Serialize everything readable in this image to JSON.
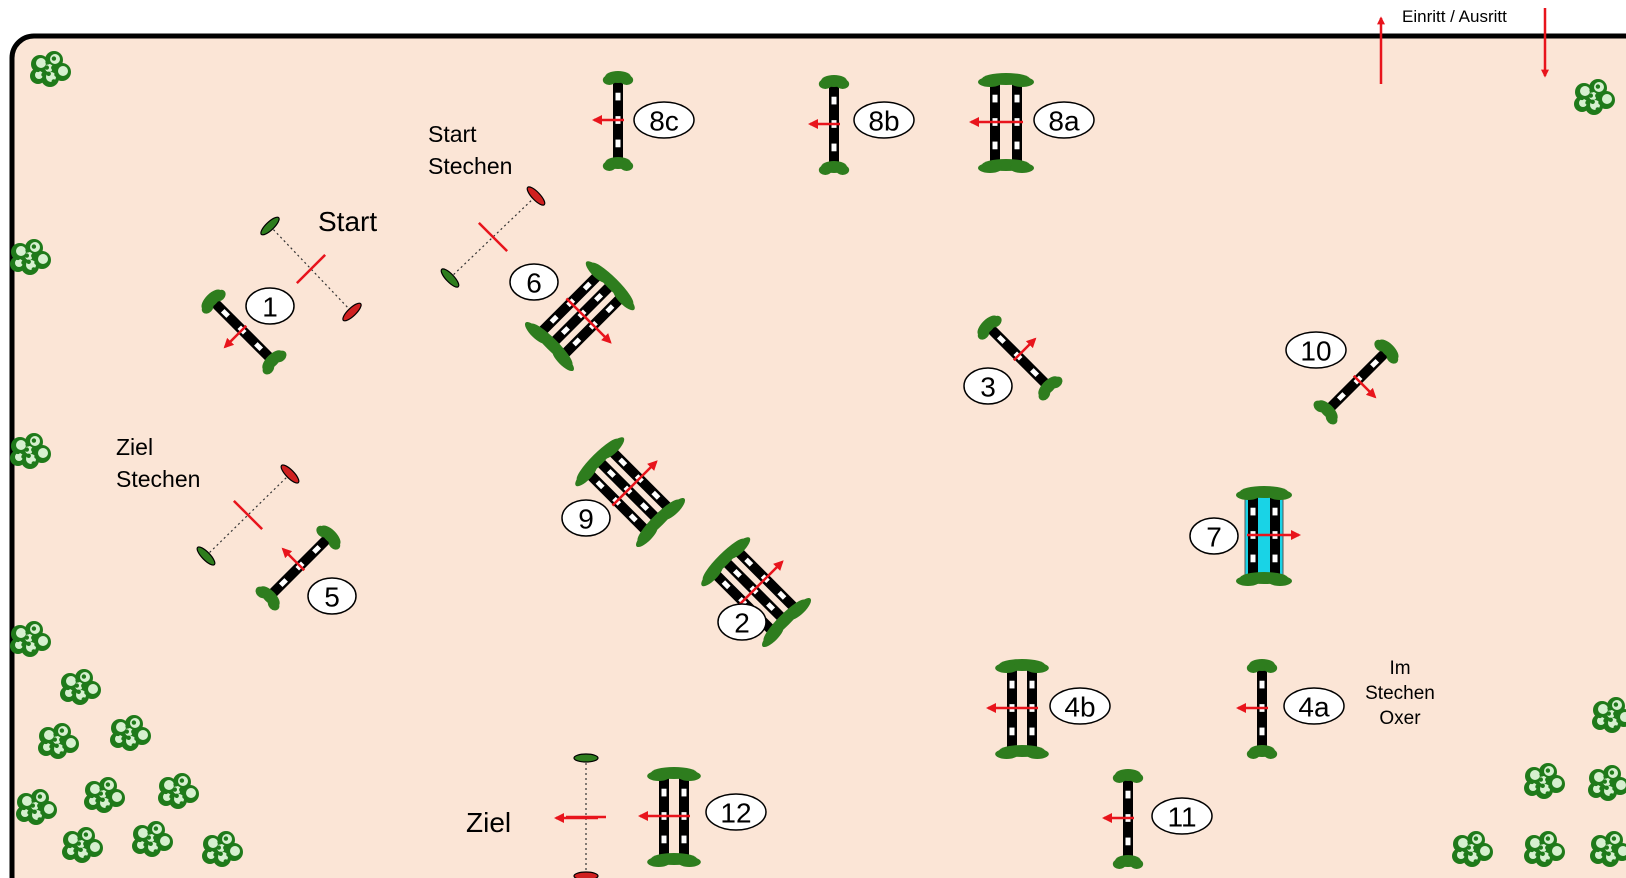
{
  "entrance_label": "Einritt / Ausritt",
  "labels": {
    "start": "Start",
    "start_jumpoff_1": "Start",
    "start_jumpoff_2": "Stechen",
    "finish_jumpoff_1": "Ziel",
    "finish_jumpoff_2": "Stechen",
    "finish": "Ziel",
    "jumpoff_note_1": "Im",
    "jumpoff_note_2": "Stechen",
    "jumpoff_note_3": "Oxer"
  },
  "obstacles": [
    {
      "id": "1",
      "label": "1",
      "type": "vertical"
    },
    {
      "id": "2",
      "label": "2",
      "type": "triple-bar"
    },
    {
      "id": "3",
      "label": "3",
      "type": "vertical"
    },
    {
      "id": "4a",
      "label": "4a",
      "type": "vertical"
    },
    {
      "id": "4b",
      "label": "4b",
      "type": "oxer"
    },
    {
      "id": "5",
      "label": "5",
      "type": "vertical"
    },
    {
      "id": "6",
      "label": "6",
      "type": "triple-bar"
    },
    {
      "id": "7",
      "label": "7",
      "type": "water-oxer"
    },
    {
      "id": "8a",
      "label": "8a",
      "type": "oxer"
    },
    {
      "id": "8b",
      "label": "8b",
      "type": "vertical"
    },
    {
      "id": "8c",
      "label": "8c",
      "type": "vertical"
    },
    {
      "id": "9",
      "label": "9",
      "type": "triple-bar"
    },
    {
      "id": "10",
      "label": "10",
      "type": "vertical"
    },
    {
      "id": "11",
      "label": "11",
      "type": "vertical"
    },
    {
      "id": "12",
      "label": "12",
      "type": "oxer"
    }
  ],
  "colors": {
    "arena_fill": "#fbe5d6",
    "arena_border": "#000000",
    "wing_green": "#2e7d1e",
    "arrow_red": "#e8141c",
    "water": "#19d3e6"
  }
}
